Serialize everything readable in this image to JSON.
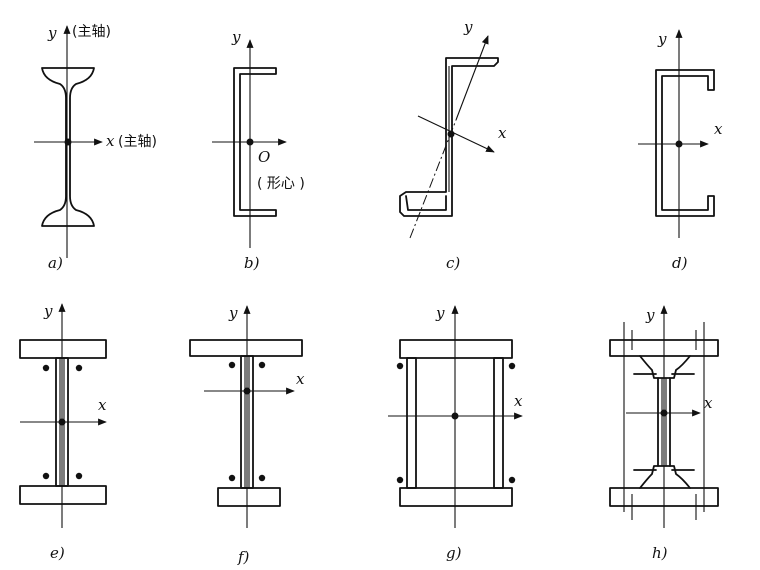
{
  "axes": {
    "y": "y",
    "x": "x",
    "origin": "O"
  },
  "notes": {
    "principal_axis_y": "(主轴)",
    "principal_axis_x": "(主轴)",
    "centroid": "( 形心 )"
  },
  "captions": {
    "a": "a)",
    "b": "b)",
    "c": "c)",
    "d": "d)",
    "e": "e)",
    "f": "f)",
    "g": "g)",
    "h": "h)"
  }
}
